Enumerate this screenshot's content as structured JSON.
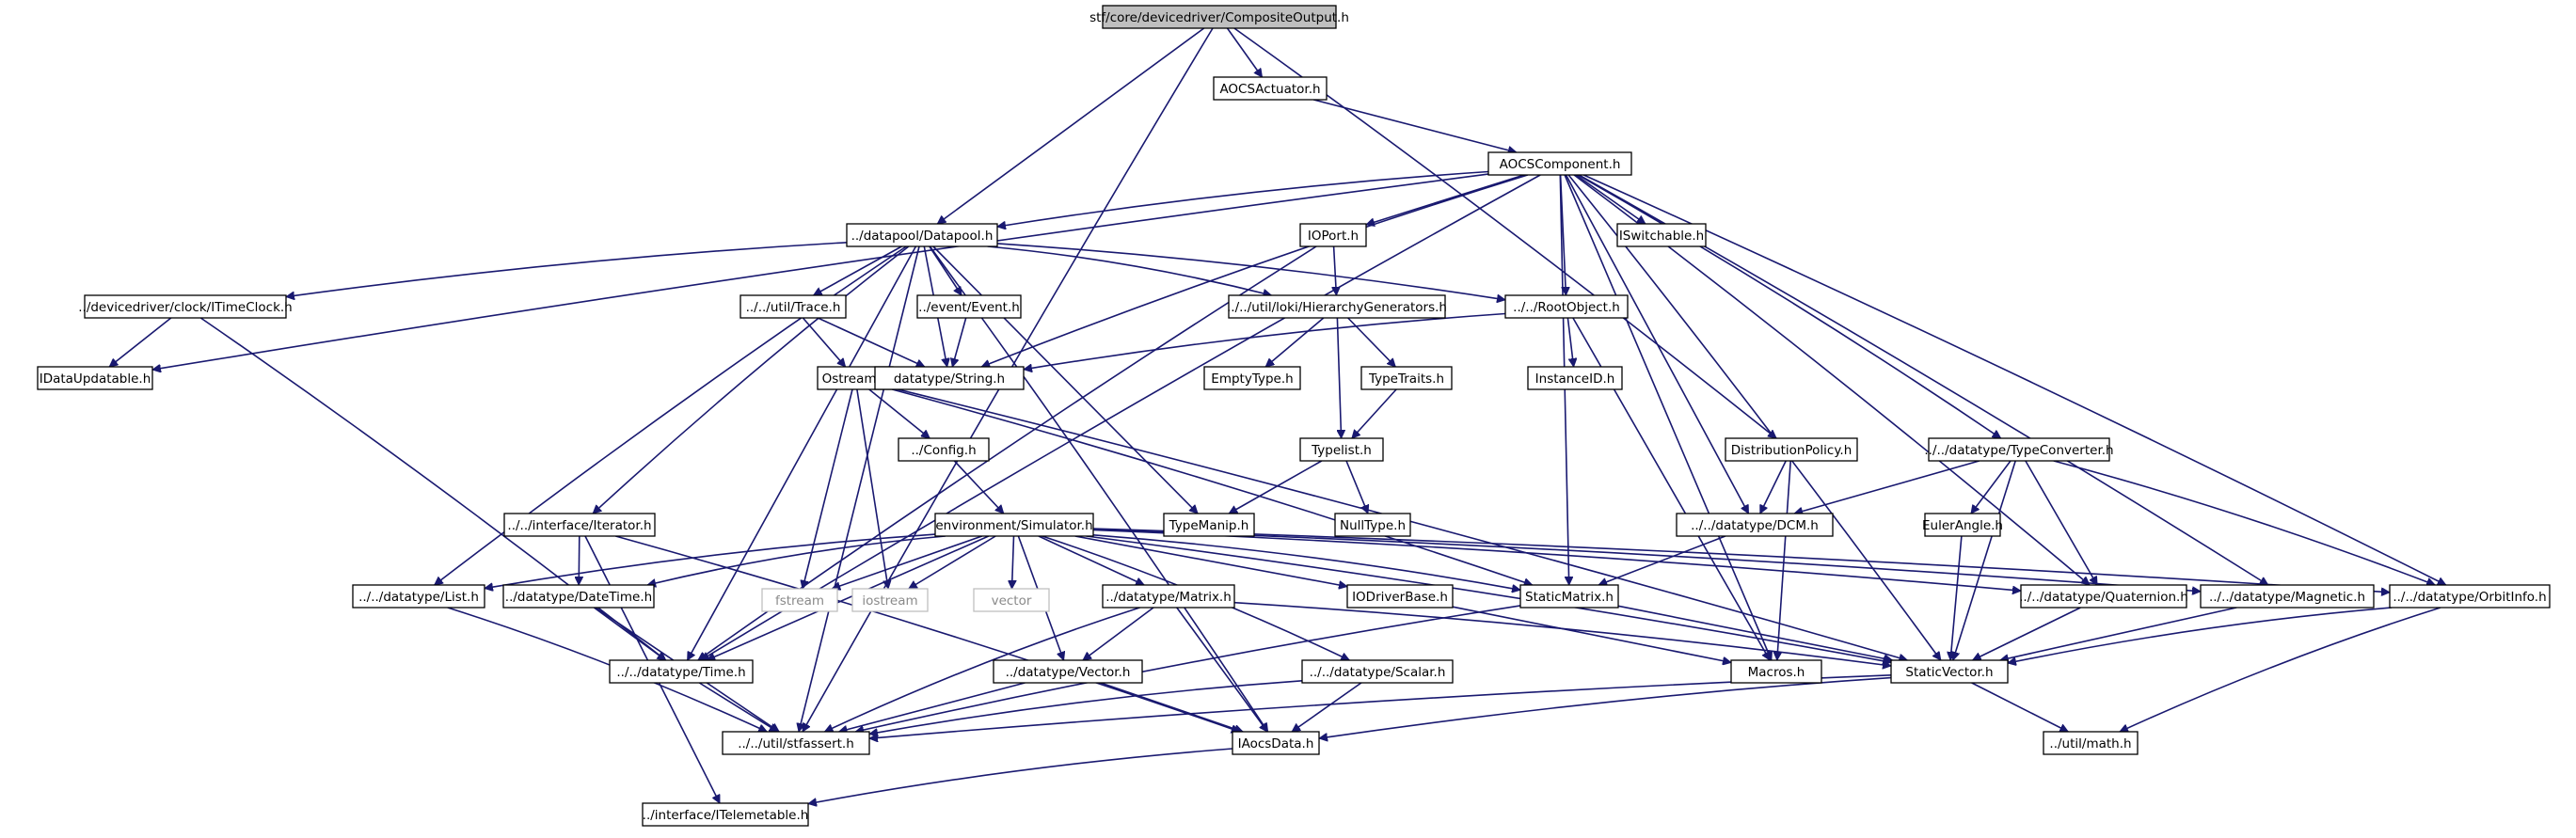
{
  "diagram": {
    "type": "include-dependency-graph",
    "colors": {
      "edge": "#191970",
      "root_fill": "#bfbfbf",
      "node_fill": "#ffffff",
      "node_stroke": "#000000",
      "external_stroke": "#bfbfbf",
      "external_text": "#8a8a8a"
    },
    "nodes": [
      {
        "id": "root",
        "label": "stf/core/devicedriver/CompositeOutput.h",
        "kind": "root"
      },
      {
        "id": "aocsact",
        "label": "AOCSActuator.h"
      },
      {
        "id": "aocscomp",
        "label": "AOCSComponent.h"
      },
      {
        "id": "datapool",
        "label": "../datapool/Datapool.h"
      },
      {
        "id": "ioport",
        "label": "IOPort.h"
      },
      {
        "id": "iswitch",
        "label": "ISwitchable.h"
      },
      {
        "id": "itimeclock",
        "label": "../devicedriver/clock/ITimeClock.h"
      },
      {
        "id": "trace",
        "label": "../../util/Trace.h"
      },
      {
        "id": "event",
        "label": "../event/Event.h"
      },
      {
        "id": "hiergen",
        "label": "../../util/loki/HierarchyGenerators.h"
      },
      {
        "id": "rootobj",
        "label": "../../RootObject.h"
      },
      {
        "id": "idataupd",
        "label": "IDataUpdatable.h"
      },
      {
        "id": "ostream",
        "label": "Ostream.h"
      },
      {
        "id": "dtstring",
        "label": "datatype/String.h"
      },
      {
        "id": "emptytype",
        "label": "EmptyType.h"
      },
      {
        "id": "typetraits",
        "label": "TypeTraits.h"
      },
      {
        "id": "instanceid",
        "label": "InstanceID.h"
      },
      {
        "id": "config",
        "label": "../Config.h"
      },
      {
        "id": "typelist",
        "label": "Typelist.h"
      },
      {
        "id": "distpolicy",
        "label": "DistributionPolicy.h"
      },
      {
        "id": "typeconv",
        "label": "../../datatype/TypeConverter.h"
      },
      {
        "id": "iterator",
        "label": "../../interface/Iterator.h"
      },
      {
        "id": "envsim",
        "label": "environment/Simulator.h"
      },
      {
        "id": "typemanip",
        "label": "TypeManip.h"
      },
      {
        "id": "nulltype",
        "label": "NullType.h"
      },
      {
        "id": "dcm",
        "label": "../../datatype/DCM.h"
      },
      {
        "id": "eulerangle",
        "label": "EulerAngle.h"
      },
      {
        "id": "list",
        "label": "../../datatype/List.h"
      },
      {
        "id": "datetime",
        "label": "../datatype/DateTime.h"
      },
      {
        "id": "fstream",
        "label": "fstream",
        "kind": "external"
      },
      {
        "id": "iostream",
        "label": "iostream",
        "kind": "external"
      },
      {
        "id": "vector",
        "label": "vector",
        "kind": "external"
      },
      {
        "id": "matrix",
        "label": "../datatype/Matrix.h"
      },
      {
        "id": "iodriver",
        "label": "IODriverBase.h"
      },
      {
        "id": "staticmatrix",
        "label": "StaticMatrix.h"
      },
      {
        "id": "quaternion",
        "label": "../../datatype/Quaternion.h"
      },
      {
        "id": "magnetic",
        "label": "../../datatype/Magnetic.h"
      },
      {
        "id": "orbitinfo",
        "label": "../../datatype/OrbitInfo.h"
      },
      {
        "id": "dttime",
        "label": "../../datatype/Time.h"
      },
      {
        "id": "dtvector",
        "label": "../datatype/Vector.h"
      },
      {
        "id": "scalar",
        "label": "../../datatype/Scalar.h"
      },
      {
        "id": "macros",
        "label": "Macros.h"
      },
      {
        "id": "staticvector",
        "label": "StaticVector.h"
      },
      {
        "id": "stfassert",
        "label": "../../util/stfassert.h"
      },
      {
        "id": "iaocsdata",
        "label": "IAocsData.h"
      },
      {
        "id": "utilmath",
        "label": "../util/math.h"
      },
      {
        "id": "itelemetable",
        "label": "../interface/ITelemetable.h"
      }
    ],
    "edges": [
      [
        "root",
        "aocsact"
      ],
      [
        "root",
        "datapool"
      ],
      [
        "root",
        "distpolicy"
      ],
      [
        "root",
        "stfassert"
      ],
      [
        "aocsact",
        "aocscomp"
      ],
      [
        "aocscomp",
        "datapool"
      ],
      [
        "aocscomp",
        "ioport"
      ],
      [
        "aocscomp",
        "iswitch"
      ],
      [
        "aocscomp",
        "rootobj"
      ],
      [
        "aocscomp",
        "dtstring"
      ],
      [
        "aocscomp",
        "idataupd"
      ],
      [
        "aocscomp",
        "dttime"
      ],
      [
        "aocscomp",
        "staticmatrix"
      ],
      [
        "aocscomp",
        "macros"
      ],
      [
        "aocscomp",
        "dcm"
      ],
      [
        "aocscomp",
        "typeconv"
      ],
      [
        "aocscomp",
        "quaternion"
      ],
      [
        "aocscomp",
        "magnetic"
      ],
      [
        "aocscomp",
        "orbitinfo"
      ],
      [
        "aocscomp",
        "staticvector"
      ],
      [
        "datapool",
        "itimeclock"
      ],
      [
        "datapool",
        "trace"
      ],
      [
        "datapool",
        "event"
      ],
      [
        "datapool",
        "hiergen"
      ],
      [
        "datapool",
        "rootobj"
      ],
      [
        "datapool",
        "dtstring"
      ],
      [
        "datapool",
        "typemanip"
      ],
      [
        "datapool",
        "iterator"
      ],
      [
        "datapool",
        "list"
      ],
      [
        "datapool",
        "dttime"
      ],
      [
        "datapool",
        "stfassert"
      ],
      [
        "datapool",
        "iaocsdata"
      ],
      [
        "ioport",
        "hiergen"
      ],
      [
        "ioport",
        "dttime"
      ],
      [
        "itimeclock",
        "idataupd"
      ],
      [
        "itimeclock",
        "dttime"
      ],
      [
        "trace",
        "ostream"
      ],
      [
        "trace",
        "dtstring"
      ],
      [
        "event",
        "dtstring"
      ],
      [
        "hiergen",
        "emptytype"
      ],
      [
        "hiergen",
        "typetraits"
      ],
      [
        "hiergen",
        "typelist"
      ],
      [
        "rootobj",
        "dtstring"
      ],
      [
        "rootobj",
        "instanceid"
      ],
      [
        "rootobj",
        "macros"
      ],
      [
        "ostream",
        "config"
      ],
      [
        "ostream",
        "fstream"
      ],
      [
        "ostream",
        "iostream"
      ],
      [
        "ostream",
        "staticmatrix"
      ],
      [
        "ostream",
        "staticvector"
      ],
      [
        "typetraits",
        "typelist"
      ],
      [
        "config",
        "envsim"
      ],
      [
        "typelist",
        "typemanip"
      ],
      [
        "typelist",
        "nulltype"
      ],
      [
        "distpolicy",
        "dcm"
      ],
      [
        "distpolicy",
        "macros"
      ],
      [
        "typeconv",
        "dcm"
      ],
      [
        "typeconv",
        "eulerangle"
      ],
      [
        "typeconv",
        "quaternion"
      ],
      [
        "typeconv",
        "orbitinfo"
      ],
      [
        "typeconv",
        "staticvector"
      ],
      [
        "iterator",
        "datetime"
      ],
      [
        "iterator",
        "iaocsdata"
      ],
      [
        "iterator",
        "itelemetable"
      ],
      [
        "envsim",
        "list"
      ],
      [
        "envsim",
        "datetime"
      ],
      [
        "envsim",
        "fstream"
      ],
      [
        "envsim",
        "iostream"
      ],
      [
        "envsim",
        "vector"
      ],
      [
        "envsim",
        "dttime"
      ],
      [
        "envsim",
        "dtvector"
      ],
      [
        "envsim",
        "matrix"
      ],
      [
        "envsim",
        "iodriver"
      ],
      [
        "envsim",
        "staticmatrix"
      ],
      [
        "envsim",
        "scalar"
      ],
      [
        "envsim",
        "quaternion"
      ],
      [
        "envsim",
        "magnetic"
      ],
      [
        "envsim",
        "orbitinfo"
      ],
      [
        "envsim",
        "staticvector"
      ],
      [
        "dcm",
        "staticmatrix"
      ],
      [
        "eulerangle",
        "staticvector"
      ],
      [
        "list",
        "stfassert"
      ],
      [
        "datetime",
        "dttime"
      ],
      [
        "datetime",
        "stfassert"
      ],
      [
        "matrix",
        "dtvector"
      ],
      [
        "matrix",
        "stfassert"
      ],
      [
        "matrix",
        "iaocsdata"
      ],
      [
        "matrix",
        "staticvector"
      ],
      [
        "iodriver",
        "macros"
      ],
      [
        "staticmatrix",
        "staticvector"
      ],
      [
        "staticmatrix",
        "stfassert"
      ],
      [
        "quaternion",
        "staticvector"
      ],
      [
        "magnetic",
        "staticvector"
      ],
      [
        "orbitinfo",
        "staticvector"
      ],
      [
        "orbitinfo",
        "utilmath"
      ],
      [
        "dttime",
        "stfassert"
      ],
      [
        "dtvector",
        "stfassert"
      ],
      [
        "dtvector",
        "iaocsdata"
      ],
      [
        "scalar",
        "stfassert"
      ],
      [
        "scalar",
        "iaocsdata"
      ],
      [
        "staticvector",
        "stfassert"
      ],
      [
        "staticvector",
        "iaocsdata"
      ],
      [
        "staticvector",
        "utilmath"
      ],
      [
        "iaocsdata",
        "itelemetable"
      ]
    ]
  }
}
